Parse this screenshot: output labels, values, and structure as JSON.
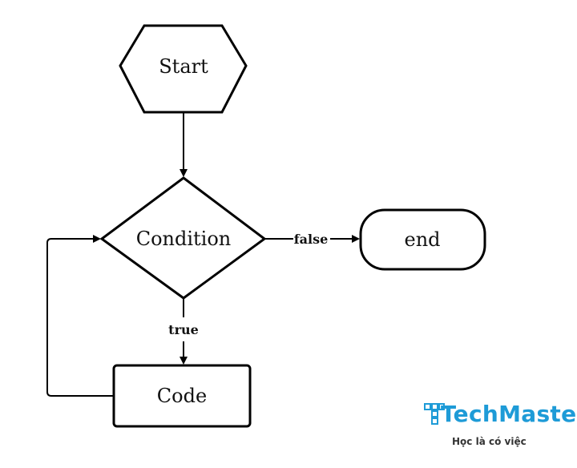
{
  "diagram": {
    "nodes": {
      "start": "Start",
      "condition": "Condition",
      "end": "end",
      "code": "Code"
    },
    "edges": {
      "false_label": "false",
      "true_label": "true"
    }
  },
  "branding": {
    "logo_text": "TechMaster",
    "tagline": "Học là có việc",
    "accent_color": "#1e9bd7"
  }
}
